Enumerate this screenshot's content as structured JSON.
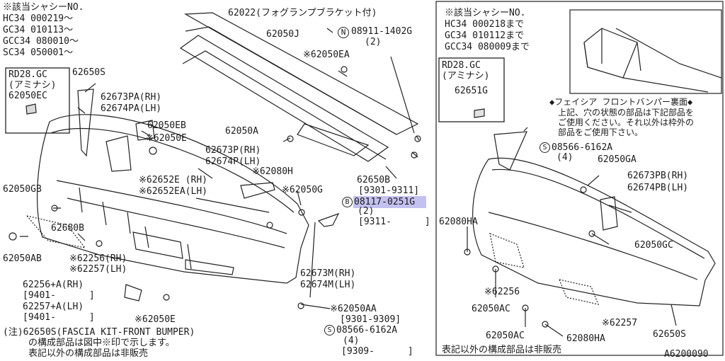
{
  "left_panel": {
    "applicable_chassis": {
      "header": "※該当シャシーNO.",
      "rows": [
        "HC34 000219～",
        "GC34 010113～",
        "GCC34 080010～",
        "SC34 050001～"
      ]
    },
    "inset_box": {
      "line1": "RD28.GC",
      "line2": "(アミナシ)",
      "part": "62050EC"
    },
    "callouts": {
      "p62650S_top": "62650S",
      "p62673PA": "62673PA(RH)",
      "p62674PA": "62674PA(LH)",
      "p62050EB": "62050EB",
      "p62050E_top": "※62050E",
      "p62050GB": "62050GB",
      "p62680B": "62680B",
      "p62050AB": "62050AB",
      "p62256": "※62256(RH)",
      "p62257": "※62257(LH)",
      "p62652E": "※62652E (RH)",
      "p62652EA": "※62652EA(LH)",
      "p62256A": "62256+A(RH)",
      "p62256A_date": "[9401-      ]",
      "p62257A": "62257+A(LH)",
      "p62257A_date": "[9401-      ]",
      "p62050E_bottom": "※62050E"
    },
    "note": {
      "line1": "(注)62650S(FASCIA KIT-FRONT BUMPER)",
      "line2": "の構成部品は図中※印で示します。",
      "line3": "表記以外の構成部品は非販売"
    }
  },
  "center": {
    "p62022": "62022(フォグランプブラケット付)",
    "p62050J": "62050J",
    "bolt_number": "08911-1402G",
    "bolt_qty": "(2)",
    "p62050EA": "※62050EA",
    "p62050A": "62050A",
    "p62673P": "62673P(RH)",
    "p62674P": "62674P(LH)",
    "p62080H": "※62080H",
    "p62050G": "※62050G",
    "p62650B": "62650B",
    "p62650B_date": "[9301-9311]",
    "bolt2_prefix": "B",
    "bolt2_number": "08117-0251G",
    "bolt2_qty": "(2)",
    "bolt2_date": "[9311-      ]",
    "p62673M": "62673M(RH)",
    "p62674M": "62674M(LH)",
    "p62050AA": "※62050AA",
    "p62050AA_date": "[9301-9309]",
    "screw_number": "08566-6162A",
    "screw_qty": "(4)",
    "screw_date": "[9309-      ]"
  },
  "right_panel": {
    "applicable_chassis": {
      "header": "※該当シャシーNO.",
      "rows": [
        "HC34 000218まで",
        "GC34 010112まで",
        "GCC34 080009まで"
      ]
    },
    "inset_box": {
      "line1": "RD28.GC",
      "line2": "(アミナシ)",
      "part": "62651G"
    },
    "fascia_note": {
      "line1": "◆フェイシア フロントバンパー裏面◆",
      "line2": "上記、穴の状態の部品は下記部品を",
      "line3": "ご使用ください。それ以外は枠外の",
      "line4": "部品をご使用下さい。"
    },
    "screw_number": "08566-6162A",
    "screw_qty": "(4)",
    "p62050GA": "62050GA",
    "p62673PB": "62673PB(RH)",
    "p62674PB": "62674PB(LH)",
    "p62080HA_top": "62080HA",
    "p62050GC": "62050GC",
    "p62256": "※62256",
    "p62050AC_mid": "62050AC",
    "p62257": "※62257",
    "p62050AC_bottom": "62050AC",
    "p62080HA_bottom": "62080HA",
    "p62650S": "62650S",
    "footer": "表記以外の構成部品は非販売"
  },
  "figure_id": "A6200090"
}
